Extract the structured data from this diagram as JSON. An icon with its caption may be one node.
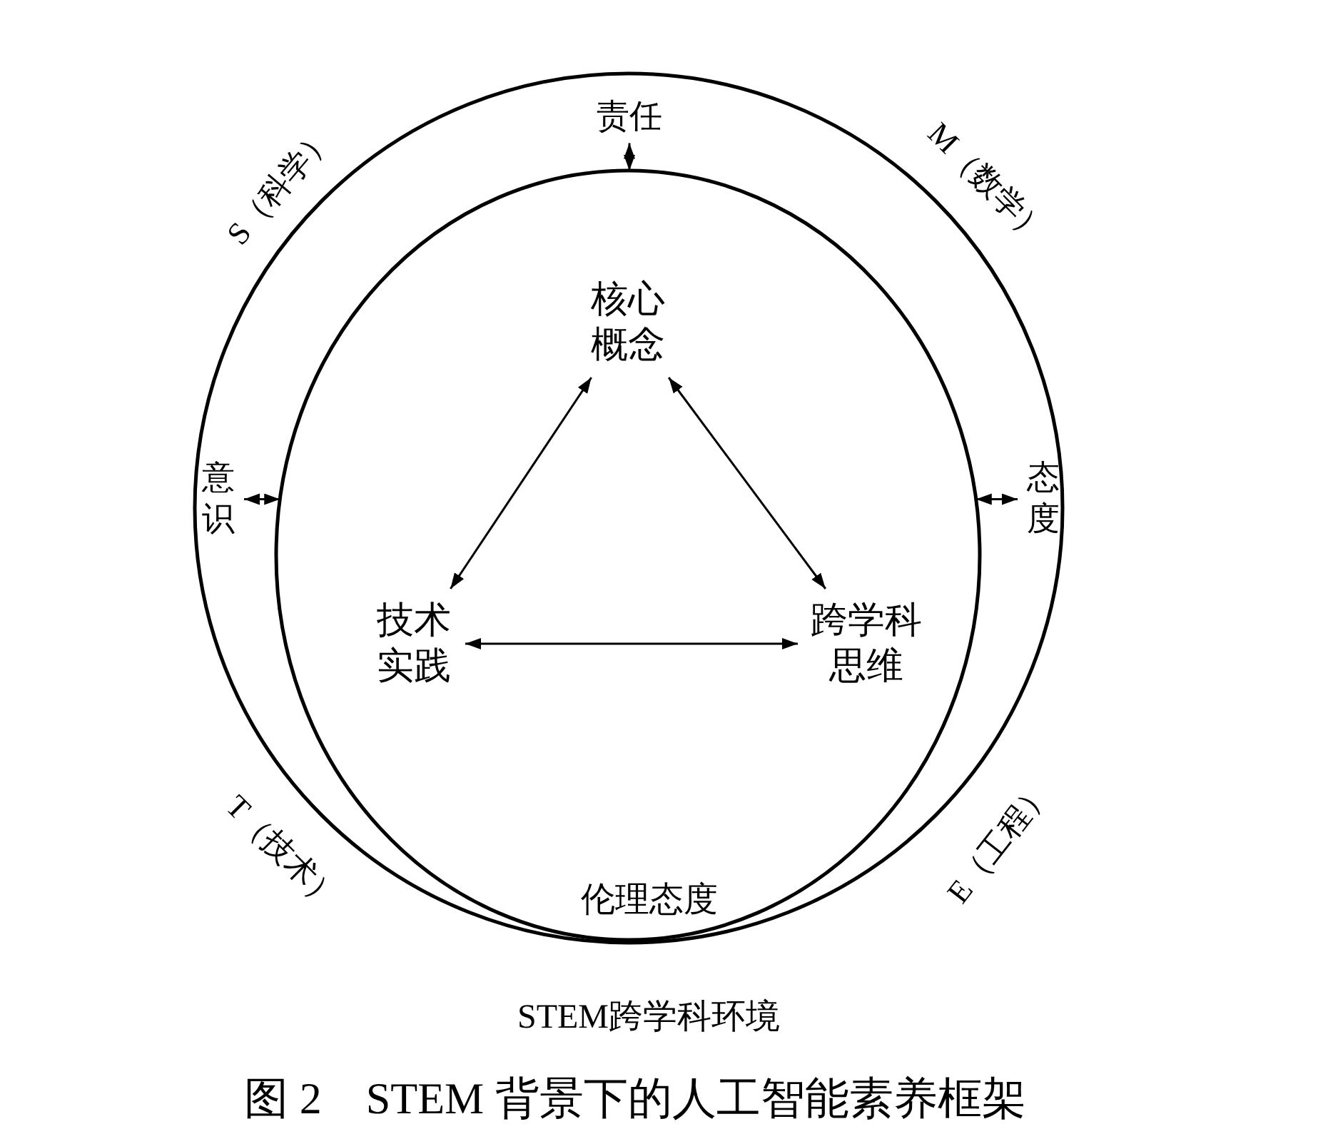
{
  "diagram": {
    "caption": "图 2　STEM 背景下的人工智能素养框架",
    "nodes": [
      {
        "text": [
          "S（科学）",
          "M（数学）",
          "T（技术）",
          "E（工程）"
        ],
        "beside": [
          "STEM跨学科环境"
        ]
      },
      {
        "text": [
          "伦理态度"
        ],
        "in": 0
      },
      {
        "text": [
          "核心概念"
        ],
        "in": 1
      },
      {
        "text": [
          "技术实践"
        ],
        "in": 1
      },
      {
        "text": [
          "跨学科思维"
        ],
        "in": 1
      },
      {
        "text": [
          "责任"
        ],
        "in": 0
      },
      {
        "text": [
          "意识"
        ],
        "in": 0
      },
      {
        "text": [
          "态度"
        ],
        "in": 0
      }
    ],
    "edges": [
      {
        "from": 5,
        "to": 1,
        "arrow": "both"
      },
      {
        "from": 6,
        "to": 1,
        "arrow": "both"
      },
      {
        "from": 7,
        "to": 1,
        "arrow": "both"
      },
      {
        "from": 2,
        "to": 3,
        "arrow": "both"
      },
      {
        "from": 2,
        "to": 4,
        "arrow": "both"
      },
      {
        "from": 3,
        "to": 4,
        "arrow": "both"
      }
    ]
  }
}
